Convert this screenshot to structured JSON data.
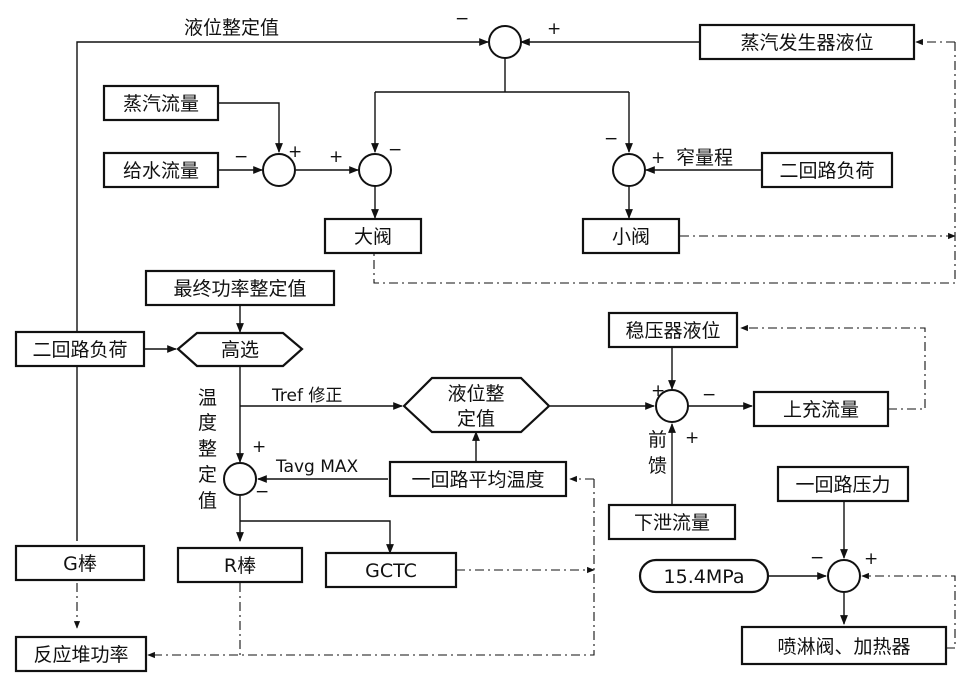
{
  "blocks": {
    "sg_level": "蒸汽发生器液位",
    "steam_flow": "蒸汽流量",
    "feed_flow": "给水流量",
    "secondary_load_top": "二回路负荷",
    "big_valve": "大阀",
    "small_valve": "小阀",
    "final_power_setpoint": "最终功率整定值",
    "secondary_load_left": "二回路负荷",
    "high_select": "高选",
    "level_setpoint_line1": "液位整",
    "level_setpoint_line2": "定值",
    "pressurizer_level": "稳压器液位",
    "charging_flow": "上充流量",
    "primary_avg_temp": "一回路平均温度",
    "letdown_flow": "下泄流量",
    "primary_pressure": "一回路压力",
    "pressure_setpoint": "15.4MPa",
    "spray_heater": "喷淋阀、加热器",
    "g_rod": "G棒",
    "r_rod": "R棒",
    "gctc": "GCTC",
    "reactor_power": "反应堆功率"
  },
  "labels": {
    "level_setpoint": "液位整定值",
    "narrow_range": "窄量程",
    "tref_correction": "Tref 修正",
    "tavg_max": "Tavg MAX",
    "temp_setpoint_chars": [
      "温",
      "度",
      "整",
      "定",
      "值"
    ],
    "feedforward_chars": [
      "前",
      "馈"
    ]
  },
  "signs": {
    "minus": "−",
    "plus": "+"
  }
}
